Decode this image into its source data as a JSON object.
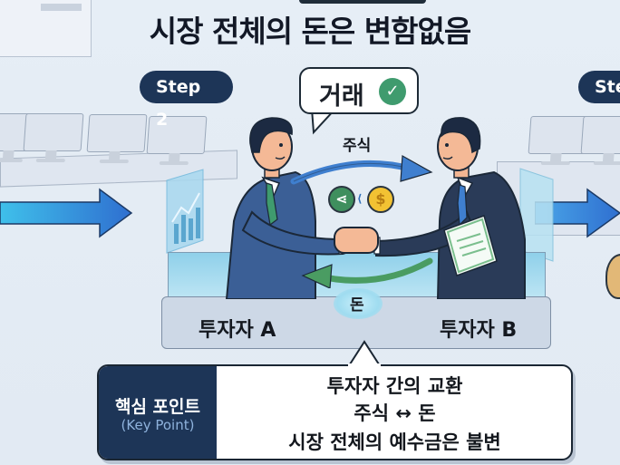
{
  "title": "시장 전체의 돈은 변함없음",
  "steps": {
    "current": "Step 2",
    "next_partial": "Ste"
  },
  "speech_bubble": {
    "text": "거래",
    "icon": "check-circle-icon",
    "icon_color": "#3f9b6e"
  },
  "flow": {
    "stock_label": "주식",
    "money_label": "돈",
    "stock_arrow_color": "#2f6fb8",
    "money_arrow_color": "#4a9c62",
    "icons": [
      "share-coin-icon",
      "dollar-coin-icon"
    ]
  },
  "investors": {
    "a": "투자자 A",
    "b": "투자자 B"
  },
  "key_point": {
    "title": "핵심 포인트",
    "subtitle": "(Key Point)",
    "lines": [
      "투자자 간의 교환",
      "주식 ↔ 돈",
      "시장 전체의 예수금은 불변"
    ]
  },
  "colors": {
    "navy": "#1d3557",
    "background": "#e4ecf4",
    "arrow_blue": "#2f7fd0"
  }
}
